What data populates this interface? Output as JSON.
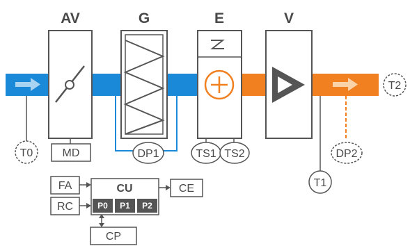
{
  "headers": {
    "av": "AV",
    "g": "G",
    "e": "E",
    "v": "V"
  },
  "sensors": {
    "t0": "T0",
    "t1": "T1",
    "t2": "T2",
    "dp1": "DP1",
    "dp2": "DP2",
    "ts1": "TS1",
    "ts2": "TS2"
  },
  "boxes": {
    "md": "MD",
    "fa": "FA",
    "rc": "RC",
    "ce": "CE",
    "cp": "CP"
  },
  "cu": {
    "label": "CU",
    "ports": [
      "P0",
      "P1",
      "P2"
    ]
  },
  "colors": {
    "cold_air": "#1a8ad8",
    "warm_air": "#f08020",
    "outline": "#555555",
    "port_fill": "#555555",
    "arrow": "#a8d4f2"
  },
  "icons": {
    "damper": "damper-icon",
    "filter": "filter-zigzag-icon",
    "heater": "heater-plus-icon",
    "heater_symbol": "lightning-icon",
    "fan": "fan-triangle-icon"
  }
}
